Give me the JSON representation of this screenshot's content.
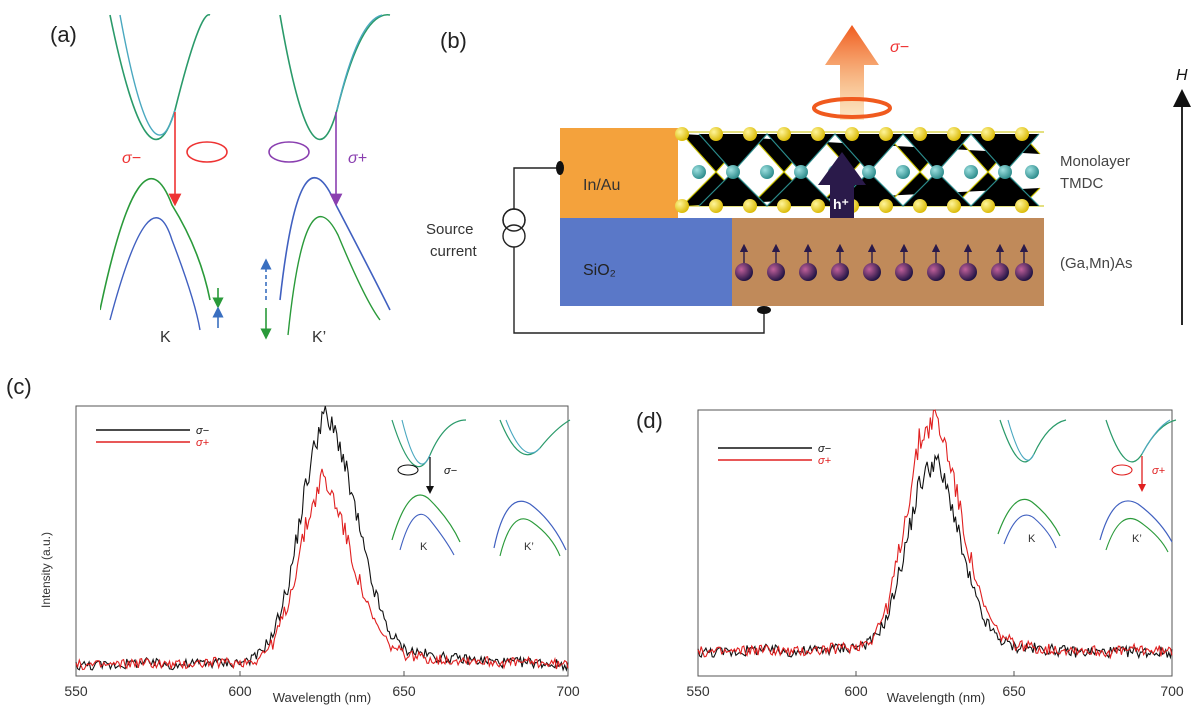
{
  "panel_a": {
    "label": "(a)",
    "sigma_minus": "σ−",
    "sigma_plus": "σ+",
    "valley_k": "K",
    "valley_kp": "K’"
  },
  "panel_b": {
    "label": "(b)",
    "sigma_minus": "σ−",
    "contact": "In/Au",
    "oxide": "SiO₂",
    "monolayer": [
      "Monolayer",
      "TMDC"
    ],
    "substrate": "(Ga,Mn)As",
    "hole": "h⁺",
    "source": [
      "Source",
      "current"
    ],
    "field": "H"
  },
  "chart_data": [
    {
      "type": "line",
      "panel": "(c)",
      "xlabel": "Wavelength (nm)",
      "ylabel": "Intensity (a.u.)",
      "xlim": [
        550,
        700
      ],
      "xticks": [
        550,
        600,
        650,
        700
      ],
      "legend_position": "top-left",
      "series": [
        {
          "name": "σ−",
          "color": "#111111",
          "x": [
            550,
            560,
            570,
            580,
            590,
            600,
            605,
            610,
            615,
            620,
            625,
            630,
            635,
            640,
            645,
            650,
            660,
            670,
            680,
            690,
            700
          ],
          "y": [
            0.04,
            0.04,
            0.05,
            0.04,
            0.05,
            0.05,
            0.07,
            0.15,
            0.35,
            0.7,
            0.97,
            0.88,
            0.62,
            0.35,
            0.17,
            0.1,
            0.07,
            0.06,
            0.05,
            0.05,
            0.04
          ]
        },
        {
          "name": "σ+",
          "color": "#e02020",
          "x": [
            550,
            560,
            570,
            580,
            590,
            600,
            605,
            610,
            615,
            620,
            625,
            630,
            635,
            640,
            645,
            650,
            660,
            670,
            680,
            690,
            700
          ],
          "y": [
            0.04,
            0.04,
            0.05,
            0.04,
            0.05,
            0.05,
            0.06,
            0.12,
            0.28,
            0.55,
            0.74,
            0.62,
            0.4,
            0.22,
            0.12,
            0.08,
            0.06,
            0.06,
            0.05,
            0.05,
            0.04
          ]
        }
      ],
      "inset": {
        "sigma_minus": "σ−",
        "k": "K",
        "kp": "K’"
      }
    },
    {
      "type": "line",
      "panel": "(d)",
      "xlabel": "Wavelength (nm)",
      "ylabel": "",
      "xlim": [
        550,
        700
      ],
      "xticks": [
        550,
        600,
        650,
        700
      ],
      "legend_position": "top-left",
      "series": [
        {
          "name": "σ−",
          "color": "#111111",
          "x": [
            550,
            560,
            570,
            580,
            590,
            600,
            605,
            610,
            615,
            620,
            625,
            630,
            635,
            640,
            645,
            650,
            660,
            670,
            680,
            690,
            700
          ],
          "y": [
            0.09,
            0.09,
            0.1,
            0.09,
            0.1,
            0.11,
            0.13,
            0.22,
            0.45,
            0.72,
            0.82,
            0.66,
            0.4,
            0.22,
            0.14,
            0.11,
            0.1,
            0.09,
            0.09,
            0.09,
            0.09
          ]
        },
        {
          "name": "σ+",
          "color": "#e02020",
          "x": [
            550,
            560,
            570,
            580,
            590,
            600,
            605,
            610,
            615,
            620,
            625,
            630,
            635,
            640,
            645,
            650,
            660,
            670,
            680,
            690,
            700
          ],
          "y": [
            0.09,
            0.09,
            0.1,
            0.09,
            0.1,
            0.11,
            0.14,
            0.26,
            0.55,
            0.88,
            0.98,
            0.8,
            0.5,
            0.27,
            0.16,
            0.12,
            0.1,
            0.1,
            0.09,
            0.1,
            0.09
          ]
        }
      ],
      "inset": {
        "sigma_plus": "σ+",
        "k": "K",
        "kp": "K’"
      }
    }
  ]
}
